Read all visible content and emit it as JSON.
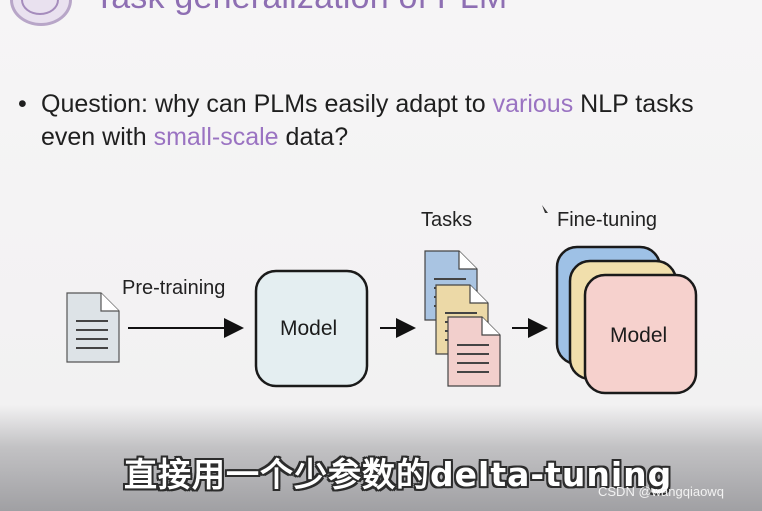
{
  "slide": {
    "title": "Task generalization of PLM",
    "question": {
      "bullet": "•",
      "before": "Question: why can PLMs easily adapt to ",
      "highlight1": "various",
      "middle": " NLP tasks even with ",
      "highlight2": "small-scale",
      "after": " data?"
    },
    "highlight_color": "#9a73c2"
  },
  "diagram": {
    "pretraining_label": "Pre-training",
    "tasks_label": "Tasks",
    "finetuning_label": "Fine-tuning",
    "model_label": "Model",
    "finetuned_model_label": "Model",
    "colors": {
      "model_box": "#e4eef1",
      "doc_gray": "#dde3e7",
      "doc_blue": "#a9c4e2",
      "doc_yellow": "#ecd9a7",
      "doc_pink": "#f2cfcc",
      "card_blue": "#9ec1e6",
      "card_yellow": "#f1dfac",
      "card_pink": "#f6d1cd"
    }
  },
  "overlay": {
    "subtitle": "直接用一个少参数的delta-tuning",
    "watermark": "CSDN @wangqiaowq"
  }
}
